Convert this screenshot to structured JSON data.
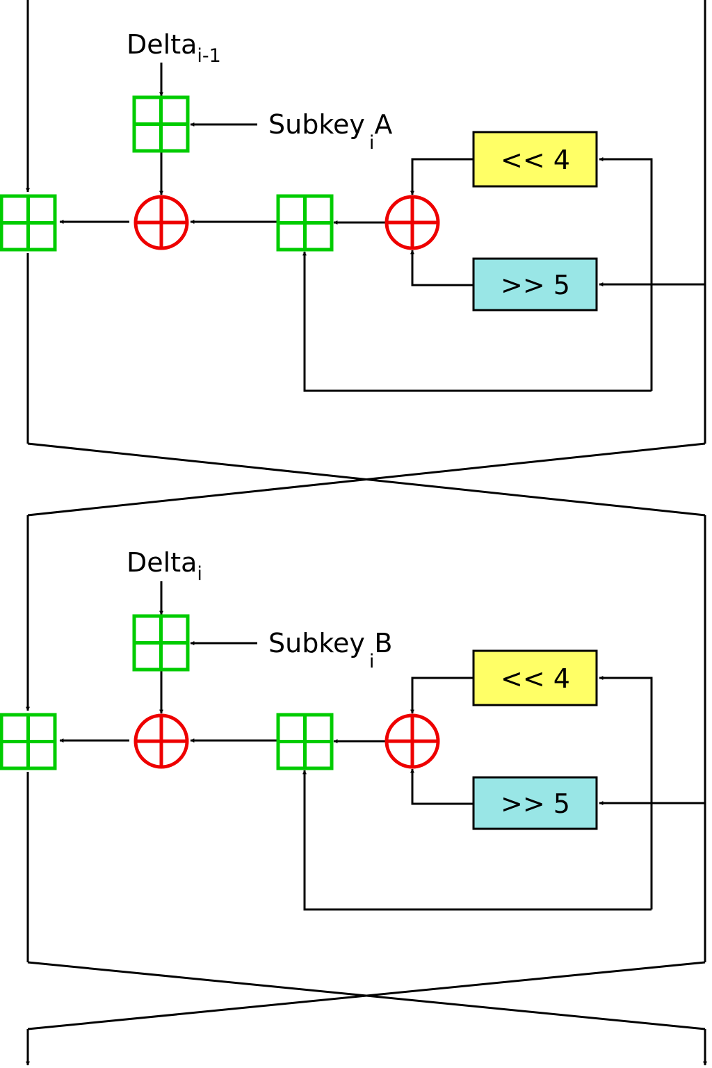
{
  "colors": {
    "wire": "#000000",
    "adder": "#00cc00",
    "xor": "#ee0000",
    "shift_left_fill": "#ffff66",
    "shift_right_fill": "#99e6e6",
    "background": "#ffffff"
  },
  "round_a": {
    "delta_main": "Delta",
    "delta_sub": "i-1",
    "subkey_main": "Subkey",
    "subkey_sub": "i",
    "subkey_suffix": "A",
    "shift_left": "<< 4",
    "shift_right": ">> 5"
  },
  "round_b": {
    "delta_main": "Delta",
    "delta_sub": "i",
    "subkey_main": "Subkey",
    "subkey_sub": "i",
    "subkey_suffix": "B",
    "shift_left": "<< 4",
    "shift_right": ">> 5"
  }
}
